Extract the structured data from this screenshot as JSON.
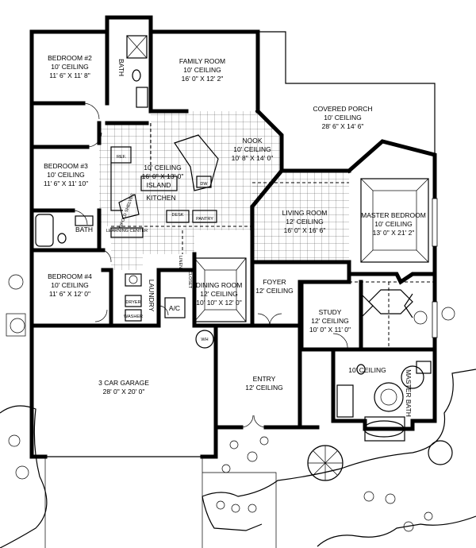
{
  "rooms": {
    "bedroom2": {
      "name": "BEDROOM #2",
      "ceiling": "10' CEILING",
      "size": "11' 6\" X 11' 8\""
    },
    "family": {
      "name": "FAMILY ROOM",
      "ceiling": "10' CEILING",
      "size": "16' 0\" X 12' 2\""
    },
    "porch": {
      "name": "COVERED PORCH",
      "ceiling": "10' CEILING",
      "size": "28' 6\" X 14' 6\""
    },
    "nook": {
      "name": "NOOK",
      "ceiling": "10' CEILING",
      "size": "10' 8\" X 14' 0\""
    },
    "kitchen": {
      "ceiling": "10' CEILING",
      "size": "16' 0\" X 13' 0\"",
      "name": "KITCHEN"
    },
    "bedroom3": {
      "name": "BEDROOM #3",
      "ceiling": "10' CEILING",
      "size": "11' 6\" X 11' 10\""
    },
    "living": {
      "name": "LIVING ROOM",
      "ceiling": "12' CEILING",
      "size": "16' 0\" X 16' 6\""
    },
    "master": {
      "name": "MASTER BEDROOM",
      "ceiling": "10' CEILING",
      "size": "13' 0\" X 21' 2\""
    },
    "bedroom4": {
      "name": "BEDROOM #4",
      "ceiling": "10' CEILING",
      "size": "11' 6\" X 12' 0\""
    },
    "dining": {
      "name": "DINING ROOM",
      "ceiling": "12' CEILING",
      "size": "10' 10\" X 12' 0\""
    },
    "foyer": {
      "name": "FOYER",
      "ceiling": "12' CEILING"
    },
    "study": {
      "name": "STUDY",
      "ceiling": "12' CEILING",
      "size": "10' 0\" X 11' 0\""
    },
    "garage": {
      "name": "3 CAR GARAGE",
      "size": "28' 0\" X 20' 0\""
    },
    "entry": {
      "name": "ENTRY",
      "ceiling": "12' CEILING"
    },
    "masterbath_ceiling": "10' CEILING",
    "masterbath": "MASTER BATH"
  },
  "fixtures": {
    "bath_top": "BATH",
    "bath_mid": "BATH",
    "island": "ISLAND",
    "ref": "REF.",
    "dw": "DW",
    "pantry": "PANTRY",
    "desk": "DESK",
    "learning_center": "LEARNING CENTER",
    "bifold_shelves": "BIFOLD SHELVES",
    "laundry": "LAUNDRY",
    "dryer": "DRYER",
    "washer": "WASHER",
    "ac": "A/C",
    "wh": "WH",
    "linen": "LINEN",
    "closet": "CLOSET"
  }
}
